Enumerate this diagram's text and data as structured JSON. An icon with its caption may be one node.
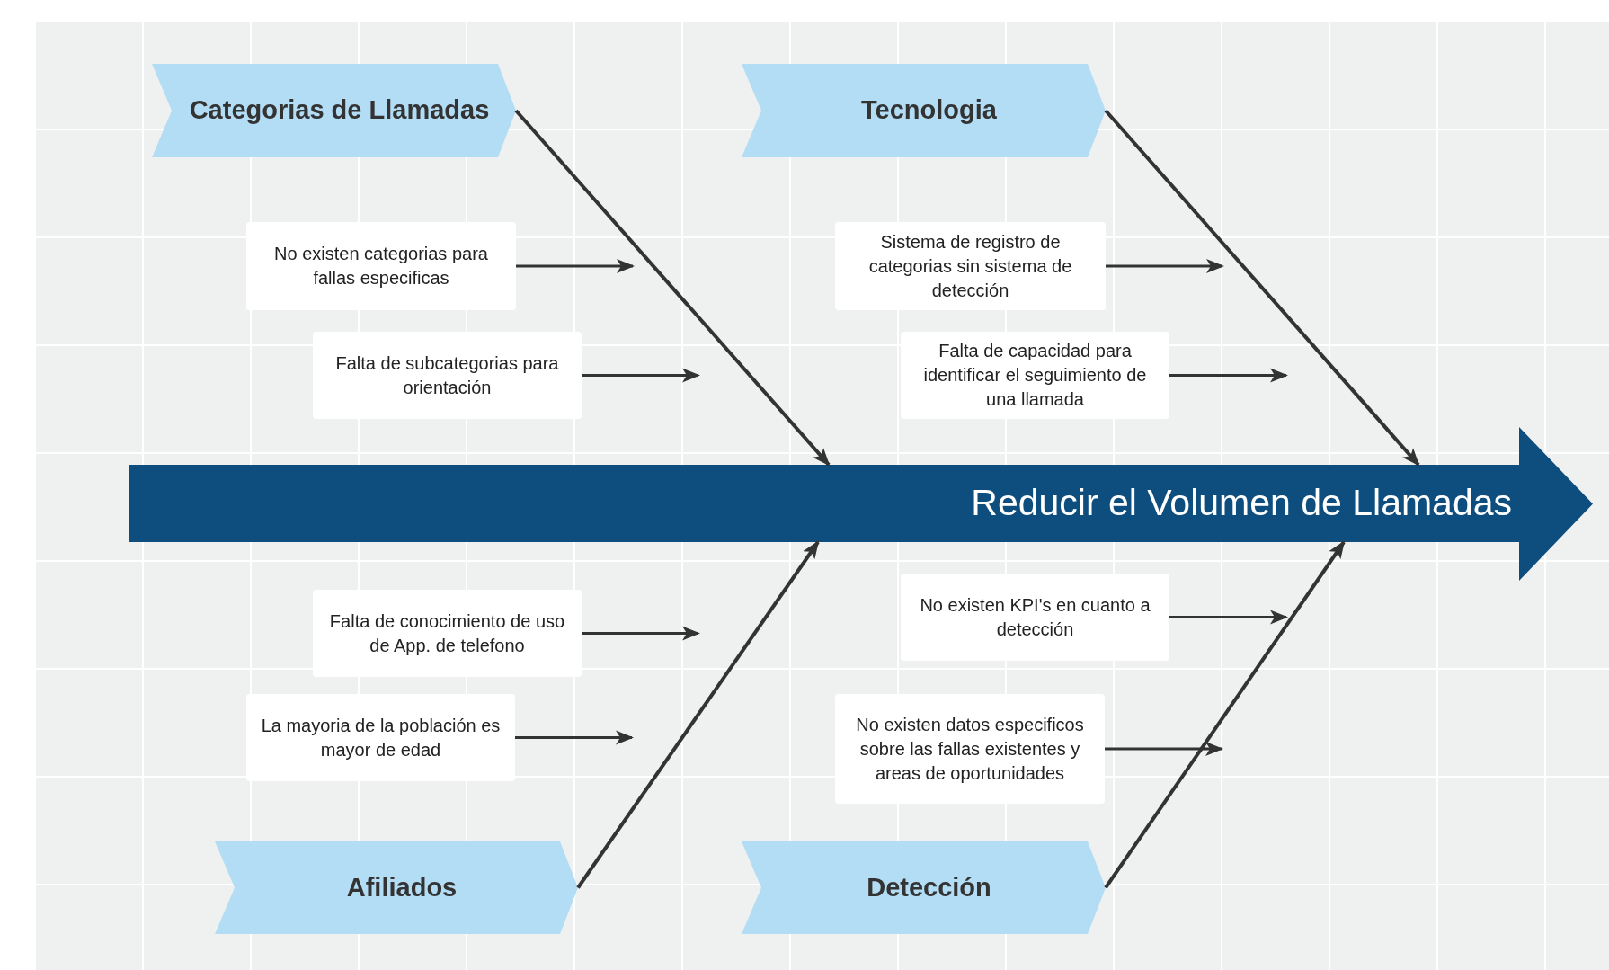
{
  "diagram": {
    "nodes": [
      {
        "text": [
          "Categorias de Llamadas"
        ]
      },
      {
        "text": [
          "Tecnologia"
        ]
      },
      {
        "text": [
          "No existen categorias para fallas  especificas"
        ]
      },
      {
        "text": [
          "Sistema de registro de categorias sin sistema de detección"
        ]
      },
      {
        "text": [
          "Falta de subcategorias para orientación"
        ]
      },
      {
        "text": [
          "Falta de capacidad para identificar el seguimiento de una llamada"
        ]
      },
      {
        "text": [
          "Reducir el Volumen de Llamadas"
        ]
      },
      {
        "text": [
          "Falta de conocimiento de uso de App. de telefono"
        ]
      },
      {
        "text": [
          "No existen KPI's en cuanto a detección"
        ]
      },
      {
        "text": [
          "La mayoria de la población es mayor de edad"
        ]
      },
      {
        "text": [
          "No existen datos especificos sobre las fallas existentes y areas de oportunidades"
        ]
      },
      {
        "text": [
          "Afiliados"
        ]
      },
      {
        "text": [
          "Detección"
        ]
      }
    ],
    "edges": [
      {
        "from": 0,
        "to": 6,
        "arrow": "to"
      },
      {
        "from": 1,
        "to": 6,
        "arrow": "to"
      },
      {
        "from": 11,
        "to": 6,
        "arrow": "to"
      },
      {
        "from": 12,
        "to": 6,
        "arrow": "to"
      },
      {
        "from": 2,
        "to": null,
        "arrow": "to"
      },
      {
        "from": 3,
        "to": null,
        "arrow": "to"
      },
      {
        "from": 4,
        "to": null,
        "arrow": "to"
      },
      {
        "from": 5,
        "to": null,
        "arrow": "to"
      },
      {
        "from": 7,
        "to": null,
        "arrow": "to"
      },
      {
        "from": 8,
        "to": null,
        "arrow": "to"
      },
      {
        "from": 9,
        "to": null,
        "arrow": "to"
      },
      {
        "from": 10,
        "to": null,
        "arrow": "to"
      }
    ]
  }
}
